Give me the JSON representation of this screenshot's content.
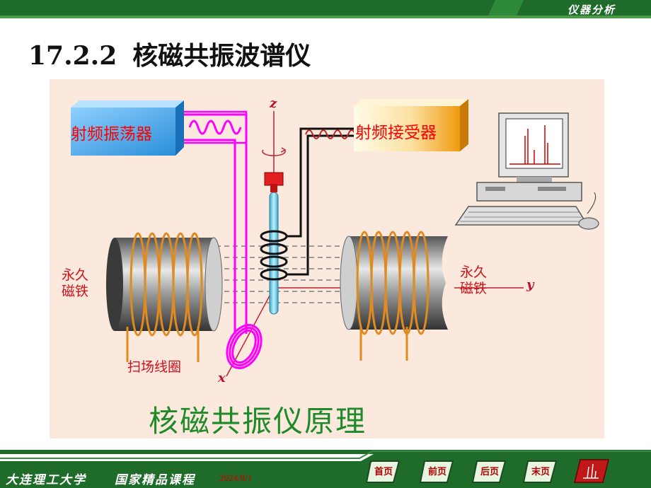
{
  "header": {
    "tag": "仪器分析"
  },
  "heading": {
    "number": "17.2.2",
    "title": "核磁共振波谱仪"
  },
  "diagram": {
    "rf_oscillator": "射频振荡器",
    "rf_receiver": "射频接受器",
    "magnet_left": [
      "永久",
      "磁铁"
    ],
    "magnet_right": [
      "永久",
      "磁铁"
    ],
    "sweep_coil": "扫场线圈",
    "axis_z": "z",
    "axis_y": "y",
    "axis_x": "x",
    "caption": "核磁共振仪原理"
  },
  "footer": {
    "school": "大连理工大学",
    "course": "国家精品课程",
    "date": "2024/8/1",
    "nav": [
      "首页",
      "前页",
      "后页",
      "末页"
    ]
  },
  "colors": {
    "bar_green": "#1f6b2a",
    "oscillator_blue": "#4aa8e8",
    "receiver_orange": "#f0a020",
    "wire_magenta": "#ff00ff",
    "coil_orange": "#e08a20",
    "caption_green": "#1e8a2a"
  }
}
